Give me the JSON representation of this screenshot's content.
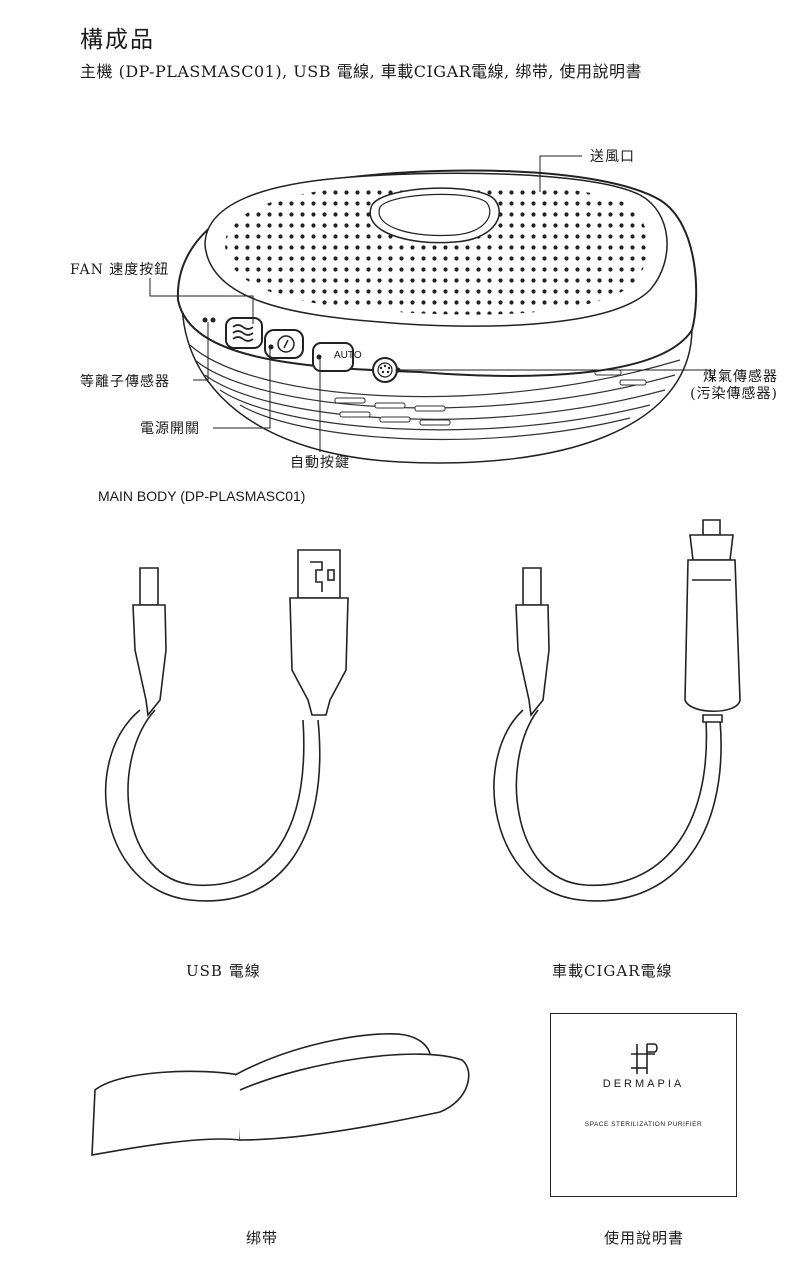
{
  "header": {
    "title": "構成品",
    "subtitle": "主機 (DP-PLASMASC01), USB 電線, 車載CIGAR電線, 绑带, 使用說明書"
  },
  "main_body": {
    "callouts": {
      "outlet": "送風口",
      "fan_button": "FAN 速度按鈕",
      "ion_sensor": "等離子傳感器",
      "power_switch": "電源開關",
      "auto_key": "自動按鍵",
      "gas_sensor_line1": "煤氣傳感器",
      "gas_sensor_line2": "(污染傳感器)"
    },
    "auto_button_text": "AUTO",
    "caption": "MAIN BODY (DP-PLASMASC01)"
  },
  "components": {
    "usb_cable": "USB 電線",
    "car_cable": "車載CIGAR電線",
    "strap": "绑带",
    "manual": "使用說明書"
  },
  "manual_cover": {
    "brand": "DERMAPIA",
    "tagline": "SPACE STERILIZATION PURIFIER"
  }
}
